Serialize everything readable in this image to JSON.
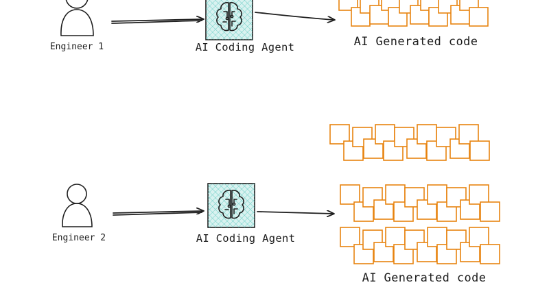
{
  "colors": {
    "ink": "#1e1e1e",
    "code_box": "#e8830f",
    "agent_fill": "#d9f2f0",
    "agent_hatch": "#5cc9c0"
  },
  "icons": {
    "engineer": "person-icon",
    "agent": "brain-circuit-icon",
    "code": "code-block-icon"
  },
  "rows": [
    {
      "engineer_label": "Engineer 1",
      "agent_label": "AI Coding Agent",
      "output_label": "AI Generated code"
    },
    {
      "engineer_label": "Engineer 2",
      "agent_label": "AI Coding Agent",
      "output_label": "AI Generated code"
    }
  ]
}
